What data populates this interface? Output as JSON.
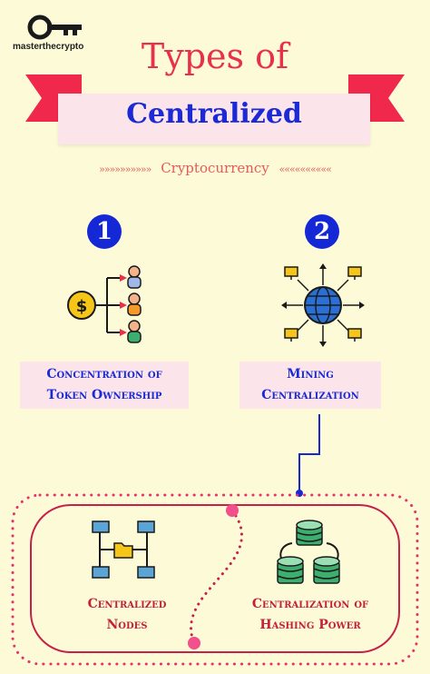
{
  "logo": {
    "brand": "masterthecrypto",
    "icon": "key-icon"
  },
  "title": "Types of",
  "subtitle": "Centralized",
  "tagline": {
    "left_arrows": "»»»»»»»»»»",
    "text": "Cryptocurrency",
    "right_arrows": "««««««««««"
  },
  "types": [
    {
      "number": "1",
      "line1": "Concentration of",
      "line2": "Token Ownership",
      "icon": "token-distribution-icon"
    },
    {
      "number": "2",
      "line1": "Mining",
      "line2": "Centralization",
      "icon": "global-network-icon"
    }
  ],
  "sub_types": [
    {
      "line1": "Centralized",
      "line2": "Nodes",
      "icon": "network-nodes-icon"
    },
    {
      "line1": "Centralization of",
      "line2": "Hashing Power",
      "icon": "database-servers-icon"
    }
  ],
  "colors": {
    "background": "#fdfbd7",
    "title_red": "#e8304a",
    "blue": "#1528d6",
    "pink_box": "#fbe5ea",
    "crimson": "#c4203a",
    "ribbon": "#f0284c"
  }
}
